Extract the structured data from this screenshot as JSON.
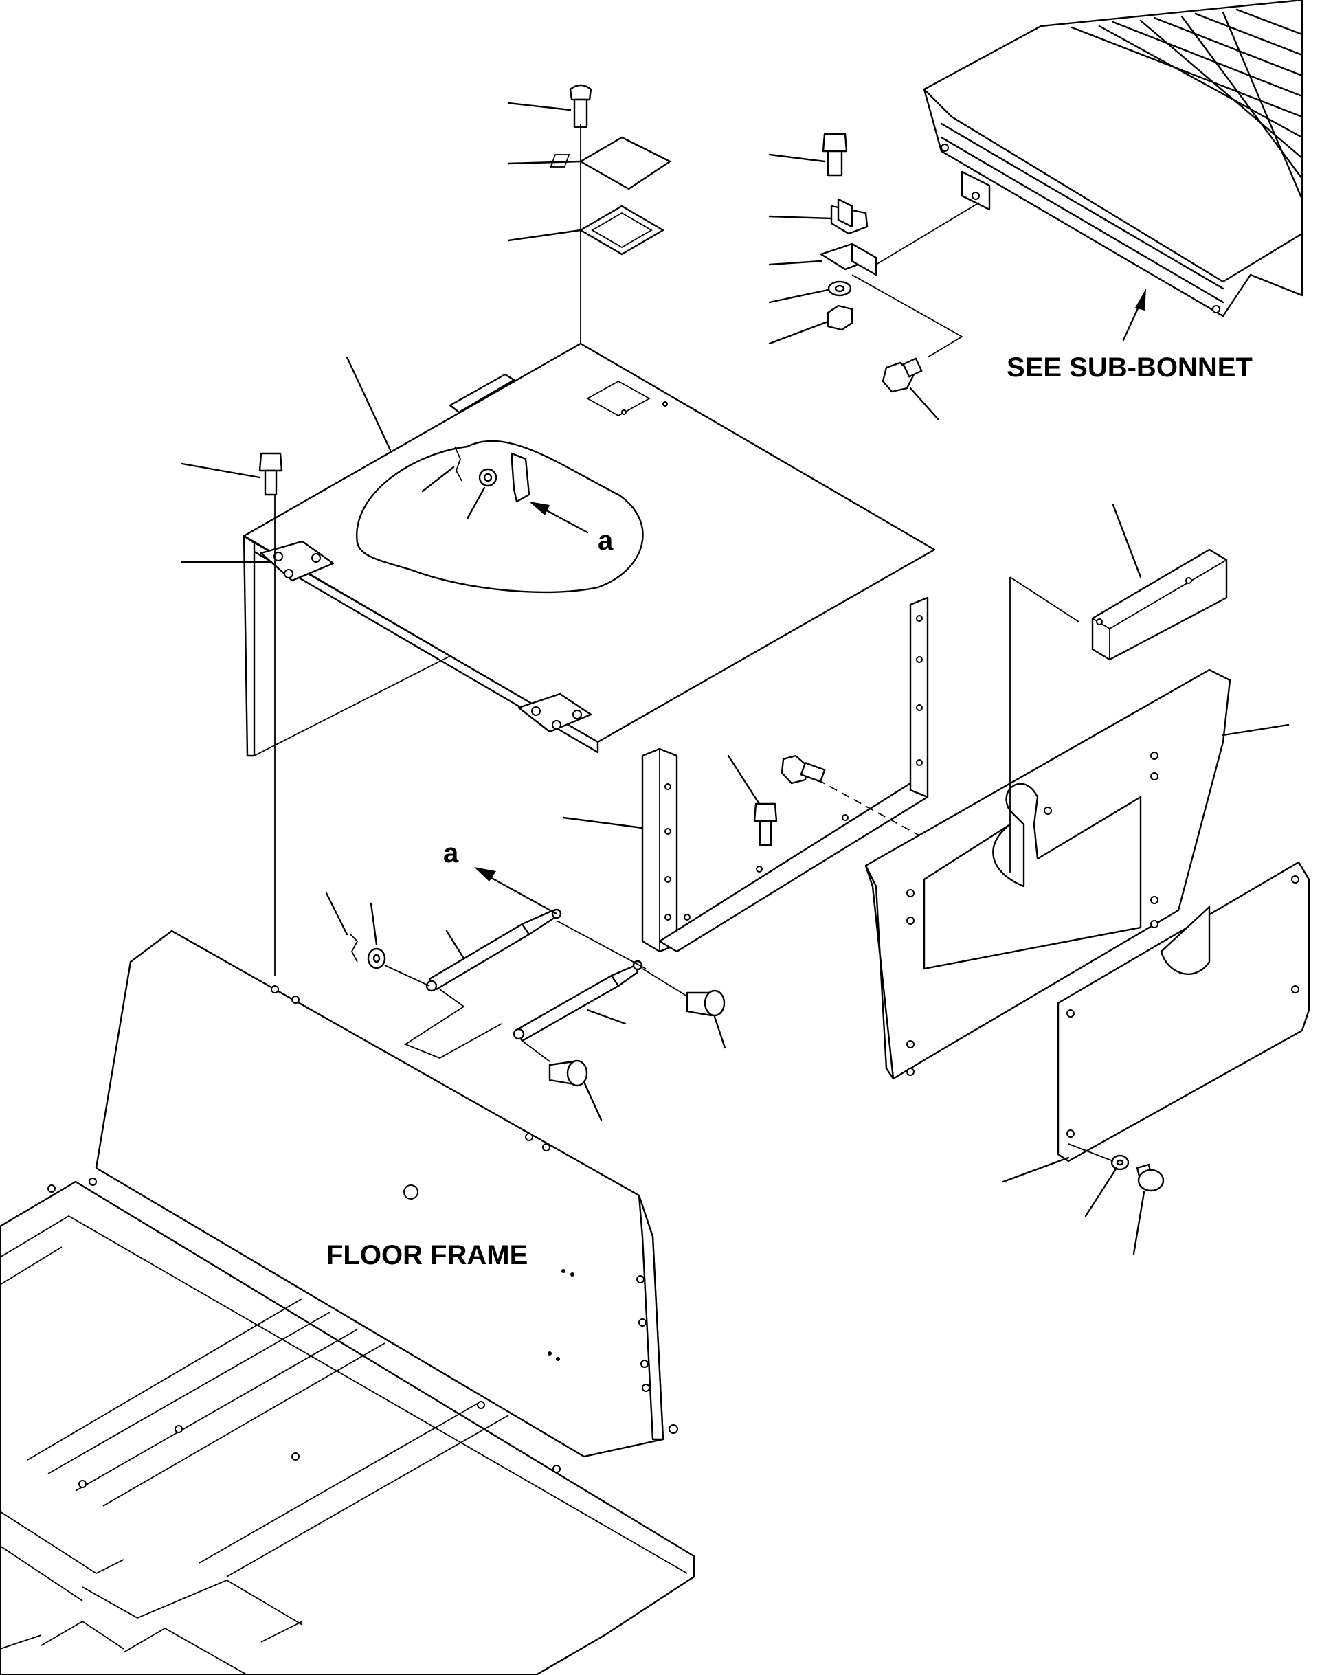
{
  "labels": {
    "sub_bonnet": "SEE SUB-BONNET",
    "floor_frame": "FLOOR FRAME",
    "detail_callout_top": "a",
    "detail_callout_bottom": "a"
  }
}
